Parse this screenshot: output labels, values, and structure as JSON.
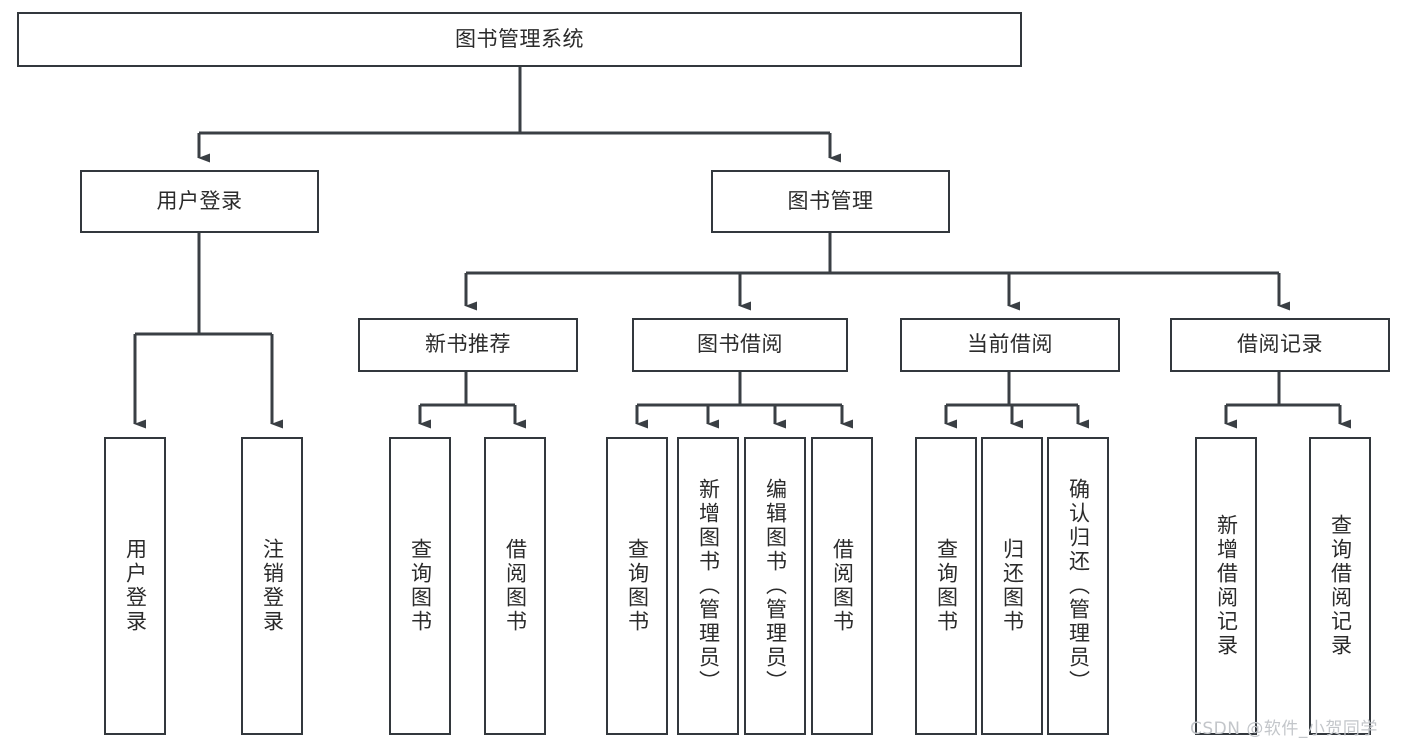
{
  "diagram": {
    "type": "hierarchy-tree",
    "title": "图书管理系统",
    "root": {
      "label": "图书管理系统",
      "level": 0
    },
    "level1": [
      {
        "label": "用户登录"
      },
      {
        "label": "图书管理"
      }
    ],
    "level2": [
      {
        "label": "新书推荐"
      },
      {
        "label": "图书借阅"
      },
      {
        "label": "当前借阅"
      },
      {
        "label": "借阅记录"
      }
    ],
    "leaves": {
      "user_login": [
        {
          "label": "用户登录"
        },
        {
          "label": "注销登录"
        }
      ],
      "new_book_recommend": [
        {
          "label": "查询图书"
        },
        {
          "label": "借阅图书"
        }
      ],
      "book_borrow": [
        {
          "label": "查询图书"
        },
        {
          "label": "新增图书（管理员）"
        },
        {
          "label": "编辑图书（管理员）"
        },
        {
          "label": "借阅图书"
        }
      ],
      "current_borrow": [
        {
          "label": "查询图书"
        },
        {
          "label": "归还图书"
        },
        {
          "label": "确认归还（管理员）"
        }
      ],
      "borrow_record": [
        {
          "label": "新增借阅记录"
        },
        {
          "label": "查询借阅记录"
        }
      ]
    },
    "colors": {
      "background": "#ffffff",
      "box_border": "#33383d",
      "connector": "#3a3f44",
      "text": "#2b2b2b",
      "watermark": "#c3c6ca"
    }
  },
  "watermark": {
    "text": "CSDN @软件_小贺同学"
  }
}
